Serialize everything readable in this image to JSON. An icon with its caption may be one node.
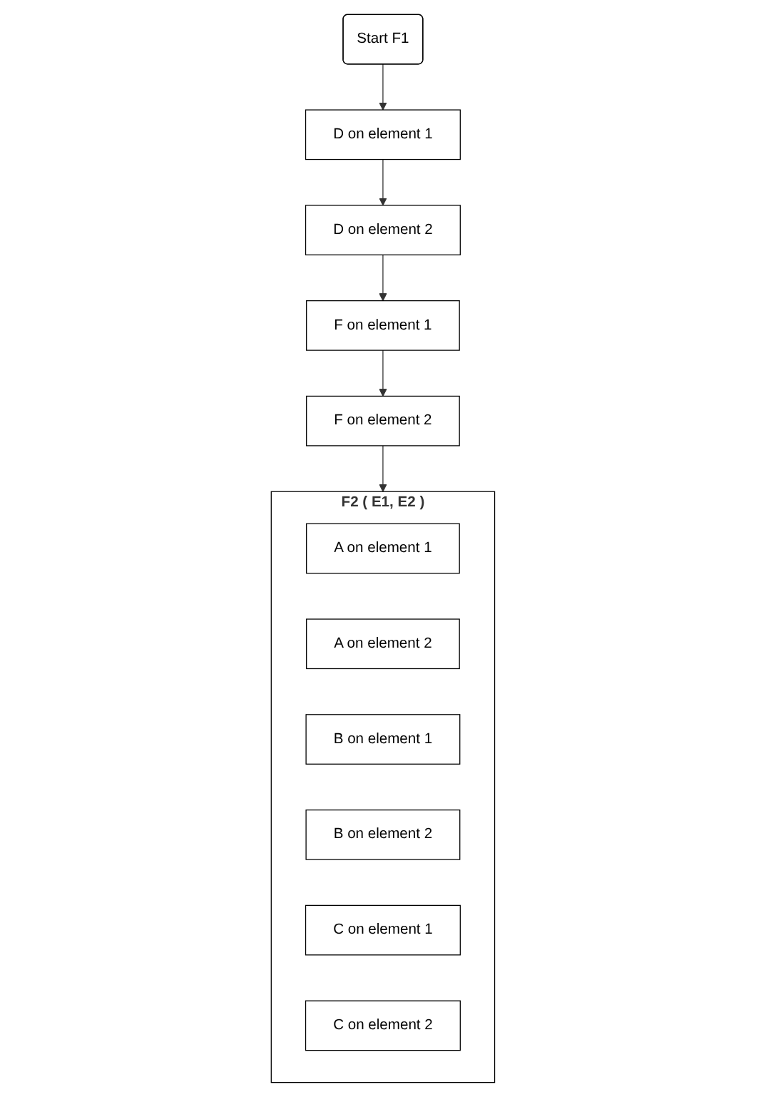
{
  "diagram": {
    "nodes": [
      {
        "text": [
          "Start F1"
        ]
      },
      {
        "text": [
          "D on element 1"
        ]
      },
      {
        "text": [
          "D on element 2"
        ]
      },
      {
        "text": [
          "F on element 1"
        ]
      },
      {
        "text": [
          "F on element 2"
        ]
      },
      {
        "text": [
          "F2 ( E1, E2 )"
        ]
      },
      {
        "text": [
          "A on element 1"
        ],
        "in": 5
      },
      {
        "text": [
          "A on element 2"
        ],
        "in": 5
      },
      {
        "text": [
          "B on element 1"
        ],
        "in": 5
      },
      {
        "text": [
          "B on element 2"
        ],
        "in": 5
      },
      {
        "text": [
          "C on element 1"
        ],
        "in": 5
      },
      {
        "text": [
          "C on element 2"
        ],
        "in": 5
      }
    ],
    "edges": [
      {
        "from": 0,
        "to": 1,
        "arrow": "to"
      },
      {
        "from": 1,
        "to": 2,
        "arrow": "to"
      },
      {
        "from": 2,
        "to": 3,
        "arrow": "to"
      },
      {
        "from": 3,
        "to": 4,
        "arrow": "to"
      },
      {
        "from": 4,
        "to": 5,
        "arrow": "to"
      }
    ]
  }
}
